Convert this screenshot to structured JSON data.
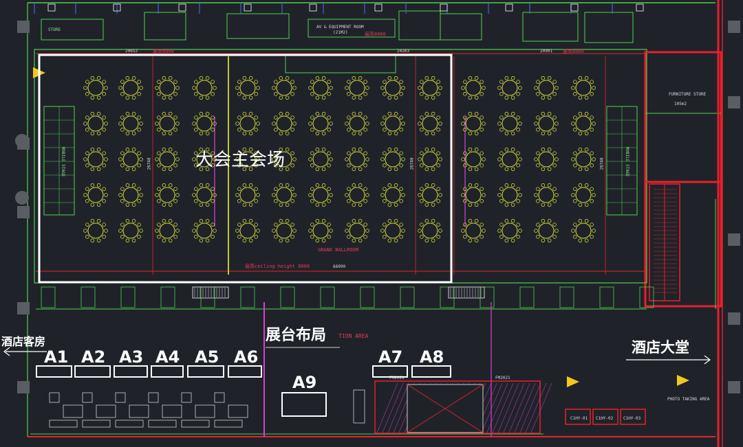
{
  "labels": {
    "main_hall": "大会主会场",
    "booth_layout": "展台布局",
    "hotel_rooms": "酒店客房",
    "hotel_lobby": "酒店大堂"
  },
  "booths": [
    "A1",
    "A2",
    "A3",
    "A4",
    "A5",
    "A6",
    "A7",
    "A8",
    "A9"
  ],
  "cad": {
    "store": "STORE",
    "av_room": "AV & EQUIPMENT ROOM",
    "av_room_area": "(21M2)",
    "height_8000_a": "层高8000",
    "height_8000_b": "层高8000",
    "height_8000_c": "层高8000",
    "dim_20652": "20652",
    "dim_24263": "24263",
    "dim_20901": "20901",
    "dim_26740_a": "26740",
    "dim_26740_b": "26740",
    "dim_26740_c": "26740",
    "dim_66090": "66090",
    "grand_ballroom": "GRAND BALLROOM",
    "ceiling": "层高ceiling height 8000",
    "furniture_store": "FURNITURE STORE",
    "furniture_area": "105m2",
    "mobile_stage_a": "MOBILE STAGE",
    "mobile_stage_b": "MOBILE STAGE",
    "photo_area": "PHOTO TAKING AREA",
    "c1hy01": "C1HY-01",
    "c1hy02": "C1HY-02",
    "c1hy03": "C1HY-03",
    "fm1": "FM2021",
    "fm2": "FM2021",
    "reception": "TION AREA"
  },
  "colors": {
    "background": "#1f2329",
    "tables": "#d6d93a",
    "walls_red": "#e8202a",
    "walls_green": "#4fd04f",
    "walls_blue": "#4a6cff",
    "magenta": "#d93fd9",
    "highlight": "#ffffff"
  }
}
